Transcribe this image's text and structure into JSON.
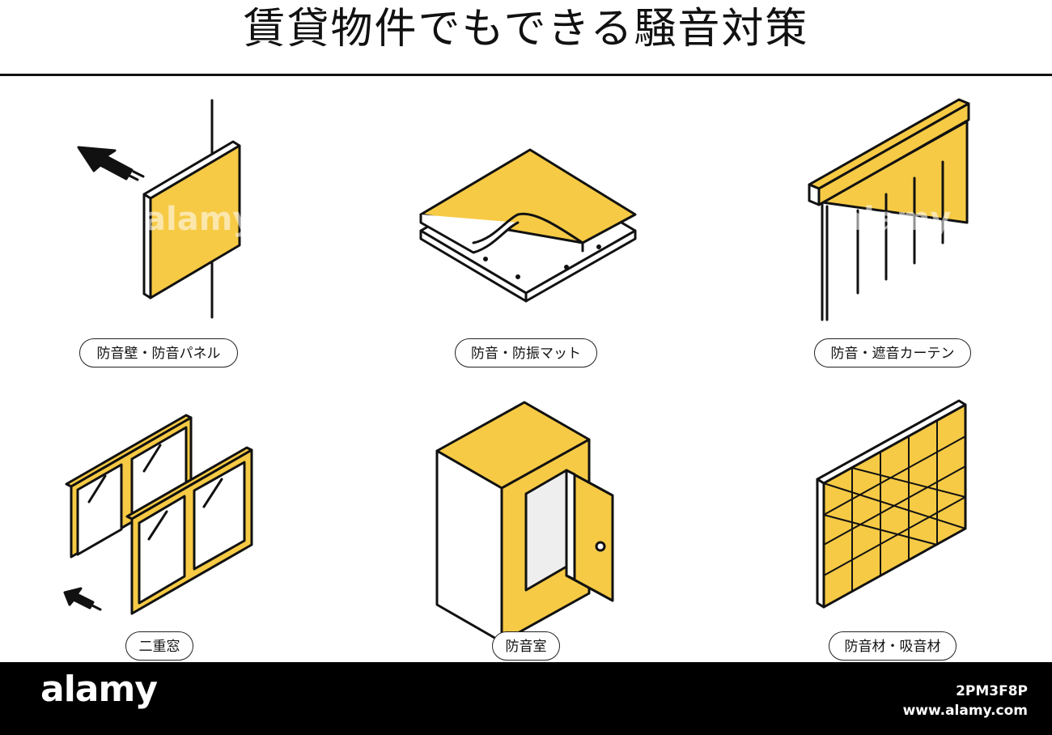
{
  "title": "賃貸物件でもできる騒音対策",
  "colors": {
    "yellow": "#F6CA45",
    "stroke": "#111111",
    "gray": "#E3E3E3"
  },
  "items": [
    {
      "label": "防音壁・防音パネル",
      "icon": "soundproof-wall-panel-icon"
    },
    {
      "label": "防音・防振マット",
      "icon": "soundproof-mat-icon"
    },
    {
      "label": "防音・遮音カーテン",
      "icon": "soundproof-curtain-icon"
    },
    {
      "label": "二重窓",
      "icon": "double-window-icon"
    },
    {
      "label": "防音室",
      "icon": "soundproof-room-icon"
    },
    {
      "label": "防音材・吸音材",
      "icon": "sound-absorbing-material-icon"
    }
  ],
  "watermark": "alamy",
  "footer": {
    "logo": "alamy",
    "image_id": "2PM3F8P",
    "site": "www.alamy.com"
  }
}
